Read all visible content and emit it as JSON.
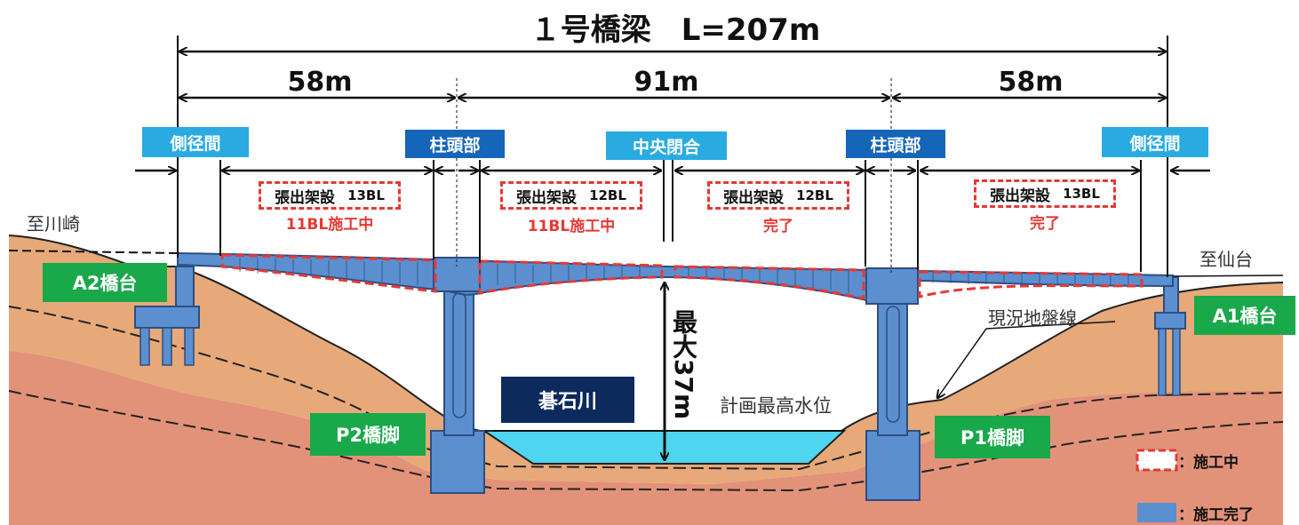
{
  "title": "１号橋梁　L=207m",
  "spans": [
    "58m",
    "91m",
    "58m"
  ],
  "section_tags": {
    "side_left": "側径間",
    "pier_head_left": "柱頭部",
    "center_closure": "中央閉合",
    "pier_head_right": "柱頭部",
    "side_right": "側径間"
  },
  "stages": [
    {
      "label": "張出架設",
      "blocks": "13BL",
      "status": "11BL施工中"
    },
    {
      "label": "張出架設",
      "blocks": "12BL",
      "status": "11BL施工中"
    },
    {
      "label": "張出架設",
      "blocks": "12BL",
      "status": "完了"
    },
    {
      "label": "張出架設",
      "blocks": "13BL",
      "status": "完了"
    }
  ],
  "places": {
    "to_left": "至川崎",
    "to_right": "至仙台",
    "abutment_a2": "A2橋台",
    "abutment_a1": "A1橋台",
    "pier_p2": "P2橋脚",
    "pier_p1": "P1橋脚",
    "river": "碁石川",
    "ground_line": "現況地盤線",
    "water_level": "計画最高水位",
    "clearance": "最大37m"
  },
  "legend": {
    "in_progress": "：施工中",
    "completed": "：施工完了"
  },
  "colors": {
    "completed_blue": "#5B8FD0",
    "in_progress_red": "#E53935",
    "tag_light_blue": "#29ABE2",
    "tag_dark_blue": "#1565B8",
    "tag_green": "#19A84A",
    "river_navy": "#0D2A5C",
    "water_cyan": "#4FD5F0",
    "soil_upper": "#E7A97A",
    "soil_lower": "#E3927A"
  }
}
